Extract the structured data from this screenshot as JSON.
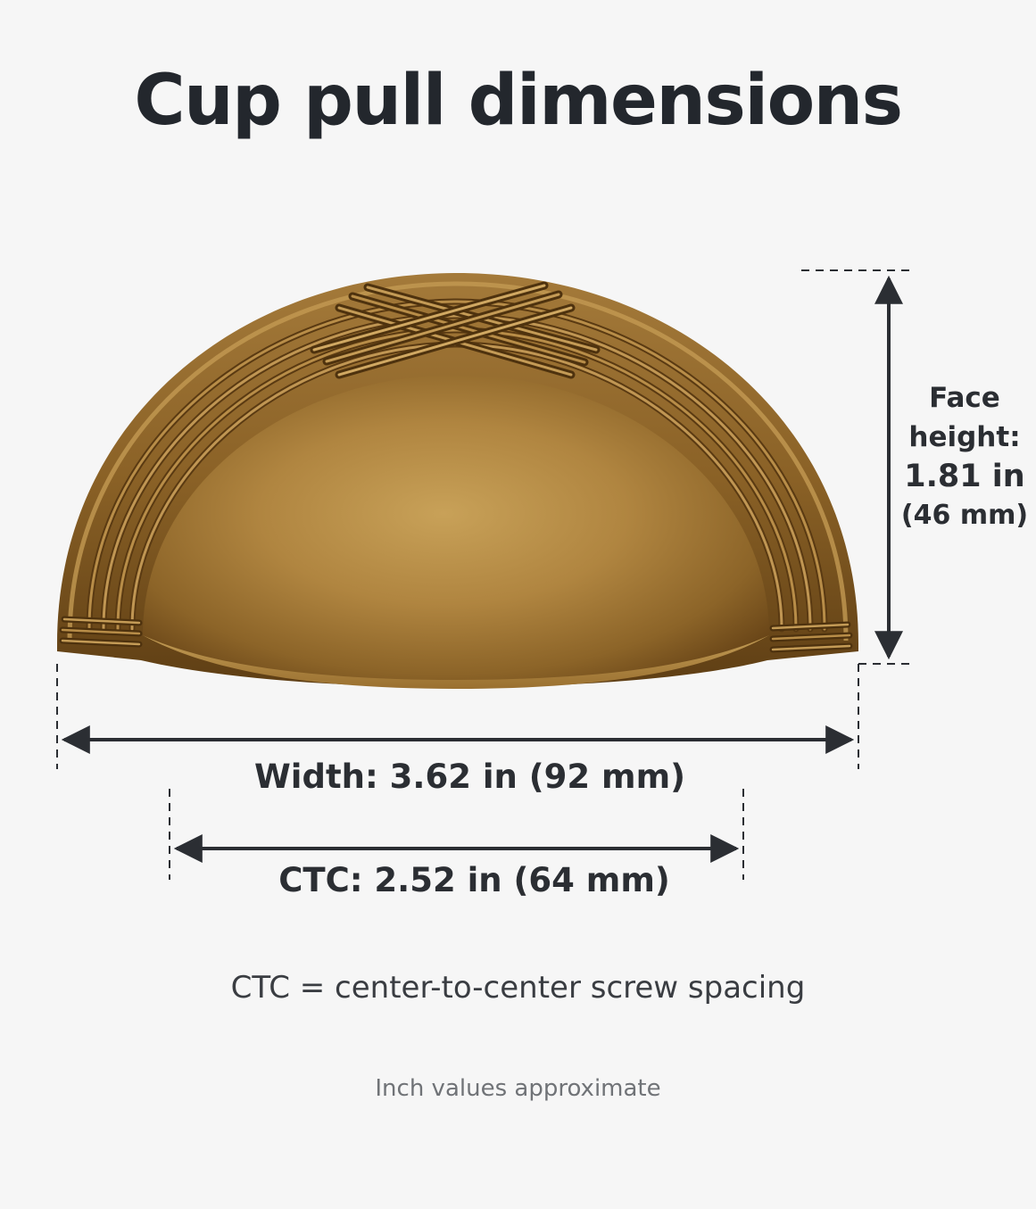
{
  "title": "Cup pull dimensions",
  "face_height": {
    "line1": "Face",
    "line2": "height:",
    "value": "1.81 in",
    "metric": "(46 mm)"
  },
  "width": {
    "label": "Width: 3.62 in (92 mm)"
  },
  "ctc": {
    "label": "CTC: 2.52 in (64 mm)"
  },
  "note": "CTC = center-to-center screw spacing",
  "footnote": "Inch values approximate",
  "colors": {
    "background": "#f6f6f6",
    "text": "#23272d",
    "brass_light": "#c9a25a",
    "brass_dark": "#6e4a1c",
    "line": "#2b2e33"
  }
}
